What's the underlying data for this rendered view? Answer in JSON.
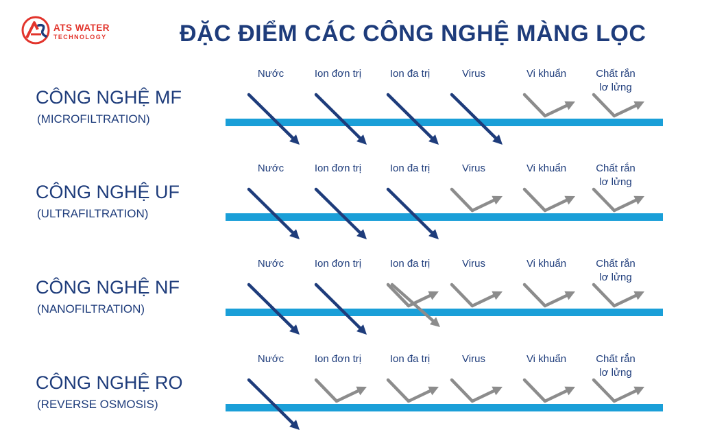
{
  "logo": {
    "line1": "ATS WATER",
    "line2": "TECHNOLOGY",
    "color": "#e2342c"
  },
  "title": "ĐẶC ĐIỂM CÁC CÔNG NGHỆ MÀNG LỌC",
  "categories": [
    "Nước",
    "Ion đơn trị",
    "Ion đa trị",
    "Virus",
    "Vi khuẩn",
    "Chất rắn lơ lửng"
  ],
  "colors": {
    "text": "#1e3c7b",
    "membrane": "#1a9fd8",
    "pass": "#1e3c7b",
    "reject": "#8c8c8c"
  },
  "rows": [
    {
      "name": "CÔNG NGHỆ MF",
      "subtitle": "(MICROFILTRATION)",
      "passes": [
        true,
        true,
        true,
        true,
        false,
        false
      ]
    },
    {
      "name": "CÔNG NGHỆ UF",
      "subtitle": "(ULTRAFILTRATION)",
      "passes": [
        true,
        true,
        true,
        false,
        false,
        false
      ]
    },
    {
      "name": "CÔNG NGHỆ NF",
      "subtitle": "(NANOFILTRATION)",
      "passes": [
        true,
        true,
        "partial",
        false,
        false,
        false
      ]
    },
    {
      "name": "CÔNG NGHỆ RO",
      "subtitle": "(REVERSE OSMOSIS)",
      "passes": [
        true,
        false,
        false,
        false,
        false,
        false
      ]
    }
  ]
}
